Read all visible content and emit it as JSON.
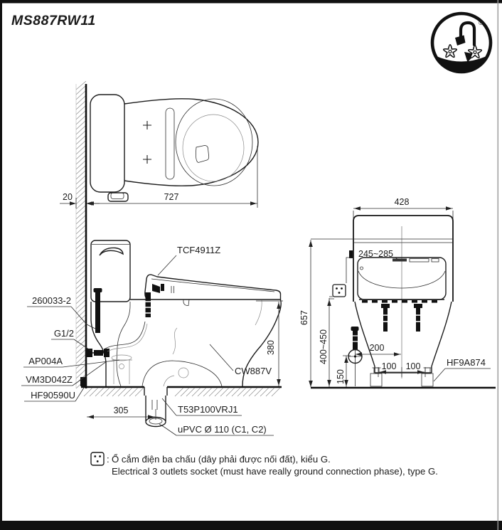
{
  "page": {
    "title": "MS887RW11"
  },
  "logo": {
    "registered_mark": "®"
  },
  "top_view": {
    "dims": {
      "wall_thickness": "20",
      "total_depth": "727"
    }
  },
  "side_view": {
    "dims": {
      "rim_height": "380",
      "rough_in": "305"
    },
    "labels": {
      "seat_unit": "TCF4911Z",
      "supply_pipe": "260033-2",
      "thread": "G1/2",
      "stop_valve": "AP004A",
      "fill_valve": "VM3D042Z",
      "floor_fitting": "HF90590U",
      "bowl": "CW887V",
      "flange": "T53P100VRJ1",
      "drain_pipe": "uPVC Ø 110 (C1, C2)"
    }
  },
  "front_view": {
    "dims": {
      "width": "428",
      "socket_offset": "245~285",
      "total_height": "657",
      "socket_height": "400~450",
      "valve_height": "150",
      "valve_offset": "200",
      "bolt_left": "100",
      "bolt_right": "100"
    },
    "labels": {
      "bolt_cap": "HF9A874"
    }
  },
  "note": {
    "colon": ":",
    "vi": "Ổ cắm điện ba chấu (dây phải được nối đất), kiểu G.",
    "en": "Electrical 3 outlets socket (must have really ground connection phase), type G."
  }
}
